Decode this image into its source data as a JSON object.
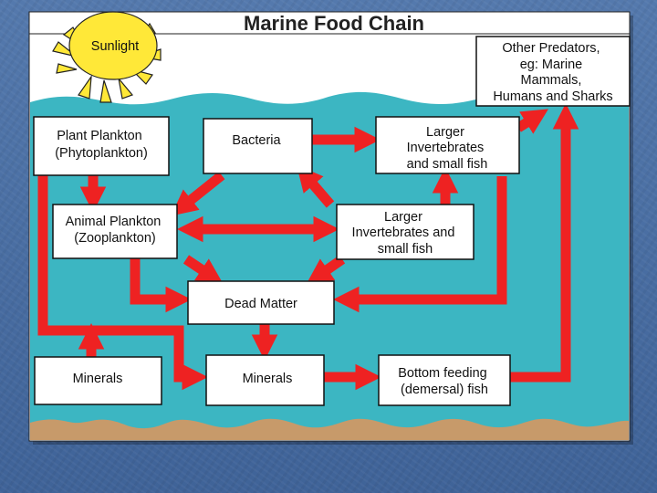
{
  "title": "Marine Food Chain",
  "sun_label": "Sunlight",
  "colors": {
    "slide_background": "#4a6fa5",
    "sky": "#ffffff",
    "water": "#3cb6c2",
    "seabed": "#c79a6a",
    "arrow": "#ee2222",
    "sun": "#ffe838",
    "box_fill": "#ffffff",
    "box_border": "#111111"
  },
  "boxes": {
    "other_predators": [
      "Other Predators,",
      "eg: Marine",
      "Mammals,",
      "Humans and Sharks"
    ],
    "phytoplankton": [
      "Plant Plankton",
      "(Phytoplankton)"
    ],
    "bacteria": [
      "Bacteria"
    ],
    "larger_inv_top": [
      "Larger",
      "Invertebrates",
      "and small fish"
    ],
    "zooplankton": [
      "Animal Plankton",
      "(Zooplankton)"
    ],
    "larger_inv_mid": [
      "Larger",
      "Invertebrates and",
      "small fish"
    ],
    "dead_matter": [
      "Dead Matter"
    ],
    "minerals_left": [
      "Minerals"
    ],
    "minerals_center": [
      "Minerals"
    ],
    "bottom_feeding": [
      "Bottom feeding",
      "(demersal) fish"
    ]
  }
}
